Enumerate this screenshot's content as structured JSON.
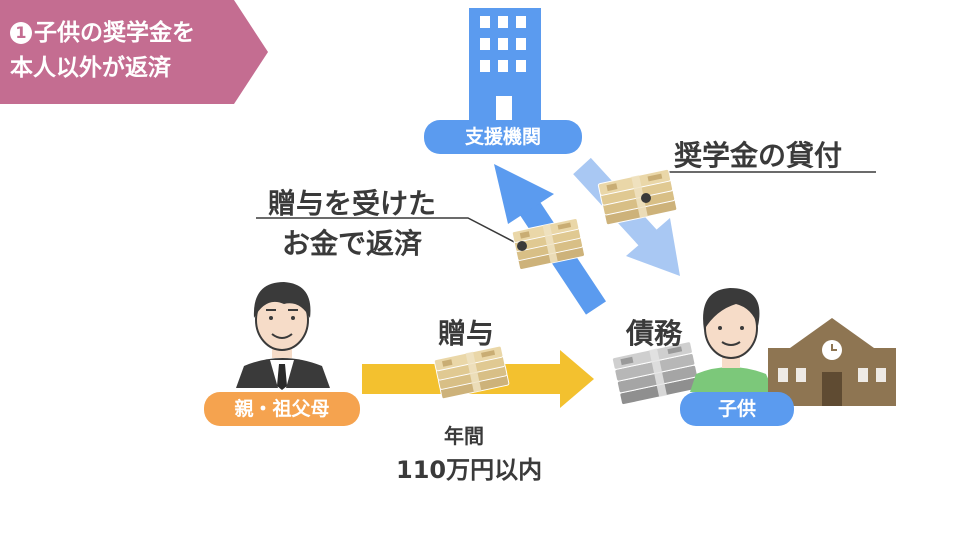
{
  "banner": {
    "number": "1",
    "line1": "子供の奨学金を",
    "line2": "本人以外が返済"
  },
  "nodes": {
    "agency": "支援機関",
    "parents": "親・祖父母",
    "child": "子供"
  },
  "annotations": {
    "loan": "奨学金の貸付",
    "repay_line1": "贈与を受けた",
    "repay_line2": "お金で返済",
    "gift": "贈与",
    "debt": "債務",
    "limit_line1": "年間",
    "limit_line2": "110万円以内"
  },
  "icons": [
    "building-icon",
    "school-icon",
    "man-icon",
    "boy-icon",
    "money-bundle-icon",
    "arrow-icon"
  ],
  "colors": {
    "banner": "#c46d91",
    "agency_pill": "#5b9bef",
    "parents_pill": "#f5a34f",
    "gift_arrow": "#f3c12f",
    "repay_arrow": "#5b9bef",
    "loan_arrow": "#a9c8f3",
    "school": "#8e7552",
    "debt_money": "#a5a5a5",
    "money": "#d8bf86"
  }
}
